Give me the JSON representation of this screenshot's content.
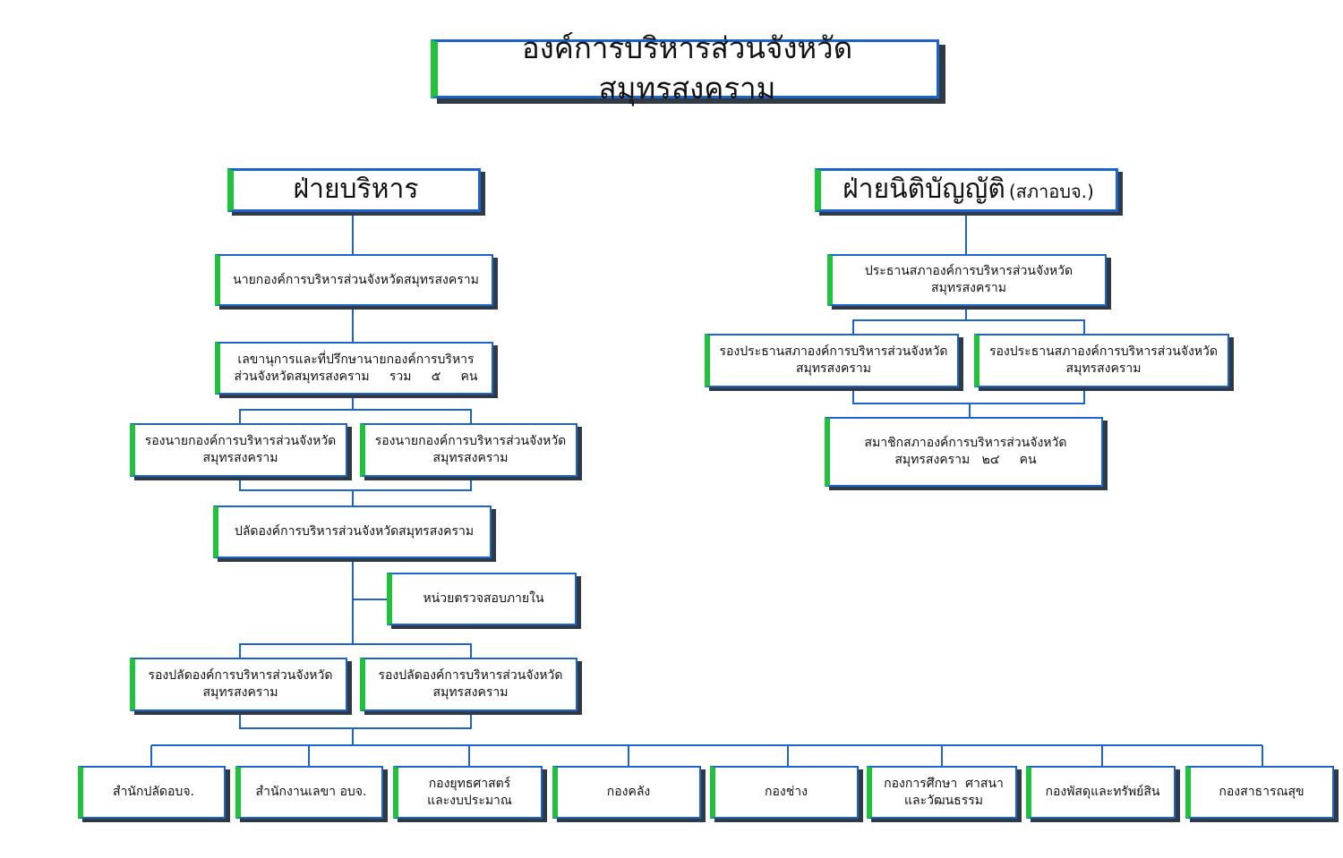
{
  "title": "องค์การบริหารส่วนจังหวัดสมุทรสงคราม",
  "executive": {
    "header": "ฝ่ายบริหาร",
    "president": "นายกองค์การบริหารส่วนจังหวัดสมุทรสงคราม",
    "secretaries": [
      "เลขานุการและที่ปรึกษานายกองค์การบริหาร",
      "ส่วนจังหวัดสมุทรสงคราม     รวม     ๕     คน"
    ],
    "vice_presidents": [
      [
        "รองนายกองค์การบริหารส่วนจังหวัด",
        "สมุทรสงคราม"
      ],
      [
        "รองนายกองค์การบริหารส่วนจังหวัด",
        "สมุทรสงคราม"
      ]
    ],
    "chief_admin": "ปลัดองค์การบริหารส่วนจังหวัดสมุทรสงคราม",
    "internal_audit": "หน่วยตรวจสอบภายใน",
    "deputy_chief_admins": [
      [
        "รองปลัดองค์การบริหารส่วนจังหวัด",
        "สมุทรสงคราม"
      ],
      [
        "รองปลัดองค์การบริหารส่วนจังหวัด",
        "สมุทรสงคราม"
      ]
    ],
    "divisions": [
      [
        "สำนักปลัดอบจ."
      ],
      [
        "สำนักงานเลขา อบจ."
      ],
      [
        "กองยุทธศาสตร์",
        "และงบประมาณ"
      ],
      [
        "กองคลัง"
      ],
      [
        "กองช่าง"
      ],
      [
        "กองการศึกษา  ศาสนา",
        "และวัฒนธรรม"
      ],
      [
        "กองพัสดุและทรัพย์สิน"
      ],
      [
        "กองสาธารณสุข"
      ]
    ]
  },
  "legislative": {
    "header": "ฝ่ายนิติบัญญัติ",
    "header_note": "(สภาอบจ.)",
    "chairman": [
      "ประธานสภาองค์การบริหารส่วนจังหวัด",
      "สมุทรสงคราม"
    ],
    "vice_chairmen": [
      [
        "รองประธานสภาองค์การบริหารส่วนจังหวัด",
        "สมุทรสงคราม"
      ],
      [
        "รองประธานสภาองค์การบริหารส่วนจังหวัด",
        "สมุทรสงคราม"
      ]
    ],
    "members": [
      "สมาชิกสภาองค์การบริหารส่วนจังหวัด",
      "สมุทรสงคราม   ๒๔     คน"
    ]
  },
  "colors": {
    "border": "#1c64c8",
    "accent": "#1fc23a",
    "shadow": "#2f3a45"
  }
}
